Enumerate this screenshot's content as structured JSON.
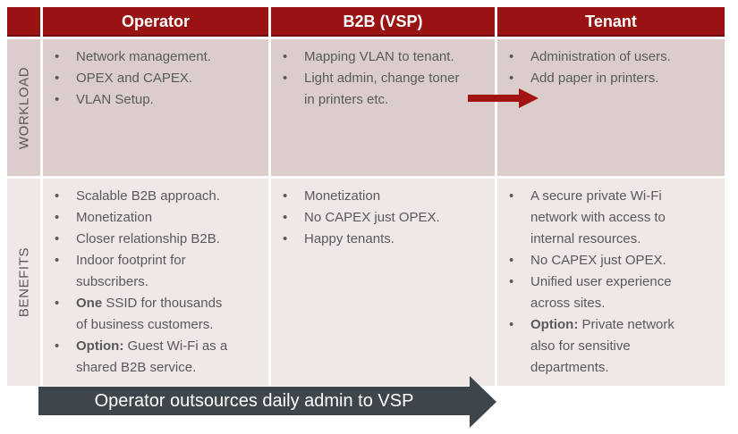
{
  "header": {
    "operator": "Operator",
    "b2b": "B2B (VSP)",
    "tenant": "Tenant"
  },
  "workload": {
    "label": "WORKLOAD",
    "operator": [
      "Network management.",
      "OPEX and CAPEX.",
      "VLAN Setup."
    ],
    "b2b": [
      "Mapping VLAN to tenant.",
      "Light admin, change toner in printers etc."
    ],
    "tenant": [
      "Administration of users.",
      "Add paper in printers."
    ]
  },
  "benefits": {
    "label": "BENEFITS",
    "operator": [
      "Scalable B2B approach.",
      "Monetization",
      "Closer relationship B2B.",
      "Indoor footprint for subscribers.",
      "**One** SSID for thousands of business customers.",
      "**Option:** Guest Wi-Fi as a shared B2B service."
    ],
    "b2b": [
      "Monetization",
      "No CAPEX just OPEX.",
      "Happy tenants."
    ],
    "tenant": [
      "A secure private Wi-Fi network with access to internal resources.",
      "No CAPEX just OPEX.",
      "Unified user experience across sites.",
      "**Option:** Private network also for sensitive departments."
    ]
  },
  "banner": {
    "label": "Operator outsources daily admin to VSP"
  },
  "icons": {
    "flow_arrow": "right-arrow",
    "banner_arrow": "right-arrow-banner"
  },
  "colors": {
    "header_bg": "#9A1313",
    "workload_row_bg": "#DCCDCD",
    "benefits_row_bg": "#F0E7E7",
    "flow_arrow_red": "#A31313",
    "banner_bg": "#3E464C",
    "body_text": "#595959",
    "header_text": "#FFFFFF"
  }
}
